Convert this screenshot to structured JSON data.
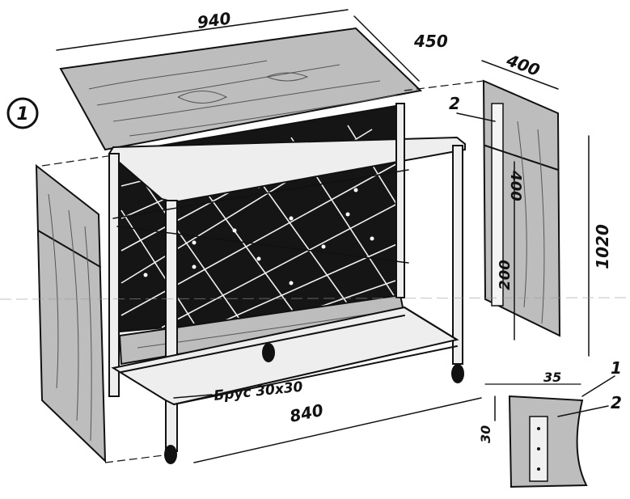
{
  "figure_number": "1",
  "dimensions": {
    "top_width": "940",
    "top_depth": "450",
    "side_width": "400",
    "side_height": "1020",
    "shelf_gap": "400",
    "bottom_gap": "200",
    "frame_length": "840",
    "detail_width": "35",
    "detail_height": "30"
  },
  "callouts": {
    "part_2_side": "2",
    "detail_part_1": "1",
    "detail_part_2": "2"
  },
  "labels": {
    "beam": "Брус 30х30"
  },
  "colors": {
    "ink": "#111111",
    "wood": "#bdbdbd",
    "fabric": "#151515",
    "frame": "#eeeeee"
  }
}
